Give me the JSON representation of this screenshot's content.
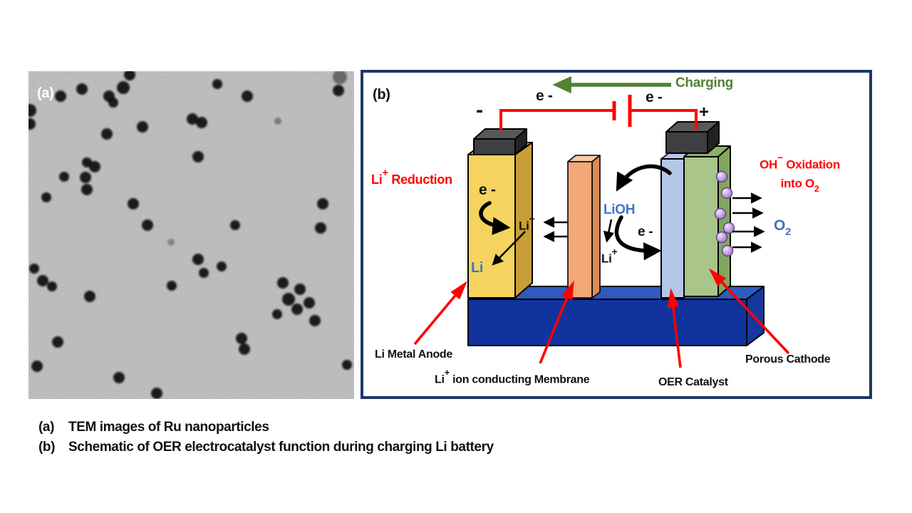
{
  "colors": {
    "panel_border": "#1F3864",
    "red": "#FF0000",
    "charging_green": "#538135",
    "blue_text": "#4472C4",
    "anode_yellow": "#F5D35E",
    "membrane_orange": "#F2A878",
    "catalyst_blue": "#B3C6E8",
    "cathode_green": "#A9C58A",
    "platform_blue": "#11339E",
    "sphere_purple": "#C9A6E4",
    "tem_gray": "#b6b6b6"
  },
  "tem": {
    "label": "(a)",
    "particles": [
      [
        142,
        5,
        8
      ],
      [
        133,
        23,
        9
      ],
      [
        75,
        25,
        8
      ],
      [
        45,
        35,
        8
      ],
      [
        113,
        35,
        8
      ],
      [
        119,
        44,
        7
      ],
      [
        2,
        55,
        9
      ],
      [
        2,
        74,
        8
      ],
      [
        265,
        18,
        7
      ],
      [
        307,
        35,
        8
      ],
      [
        437,
        8,
        10,
        0.5
      ],
      [
        435,
        27,
        8
      ],
      [
        230,
        67,
        8
      ],
      [
        243,
        72,
        8
      ],
      [
        160,
        78,
        8
      ],
      [
        110,
        88,
        8
      ],
      [
        238,
        120,
        8
      ],
      [
        82,
        128,
        7
      ],
      [
        93,
        134,
        8
      ],
      [
        50,
        148,
        7
      ],
      [
        80,
        149,
        8
      ],
      [
        82,
        166,
        8
      ],
      [
        25,
        177,
        7
      ],
      [
        147,
        186,
        8
      ],
      [
        167,
        216,
        8
      ],
      [
        290,
        216,
        7
      ],
      [
        413,
        186,
        8
      ],
      [
        410,
        220,
        8
      ],
      [
        238,
        264,
        8
      ],
      [
        271,
        274,
        7
      ],
      [
        246,
        283,
        7
      ],
      [
        201,
        301,
        7
      ],
      [
        357,
        297,
        8
      ],
      [
        381,
        306,
        8
      ],
      [
        365,
        320,
        9
      ],
      [
        394,
        325,
        8
      ],
      [
        377,
        334,
        8
      ],
      [
        349,
        341,
        7
      ],
      [
        402,
        350,
        8
      ],
      [
        299,
        375,
        8
      ],
      [
        303,
        390,
        8
      ],
      [
        41,
        380,
        8
      ],
      [
        12,
        414,
        8
      ],
      [
        8,
        277,
        7
      ],
      [
        86,
        316,
        8
      ],
      [
        20,
        294,
        8
      ],
      [
        33,
        302,
        7
      ],
      [
        127,
        430,
        8
      ],
      [
        180,
        452,
        8
      ],
      [
        447,
        412,
        7
      ],
      [
        350,
        70,
        5,
        0.35
      ],
      [
        200,
        240,
        5,
        0.3
      ]
    ]
  },
  "schematic": {
    "label": "(b)",
    "charging": "Charging",
    "electron_top_left": "e -",
    "electron_top_right": "e -",
    "minus": "-",
    "plus": "+",
    "li_reduction": {
      "base": "Li",
      "sup": "+",
      "rest": " Reduction"
    },
    "anode_electron": "e -",
    "anode_li_ion": {
      "base": "Li",
      "sup": "+"
    },
    "anode_li": "Li",
    "lioh": "LiOH",
    "membrane_li_ion": {
      "base": "Li",
      "sup": "+"
    },
    "cathode_electron": "e -",
    "oh_line1": {
      "base": "OH",
      "sup": "−",
      "rest": " Oxidation"
    },
    "oh_line2": {
      "base": "into O",
      "sub": "2"
    },
    "o2": {
      "base": "O",
      "sub": "2"
    },
    "labels": {
      "anode": "Li Metal Anode",
      "membrane": {
        "base": "Li",
        "sup": "+",
        "rest": " ion conducting Membrane"
      },
      "catalyst": "OER Catalyst",
      "cathode": "Porous Cathode"
    }
  },
  "caption": {
    "line1_marker": "(a)",
    "line1_text": "TEM images of Ru nanoparticles",
    "line2_marker": "(b)",
    "line2_text": "Schematic of OER electrocatalyst function during charging Li battery"
  }
}
